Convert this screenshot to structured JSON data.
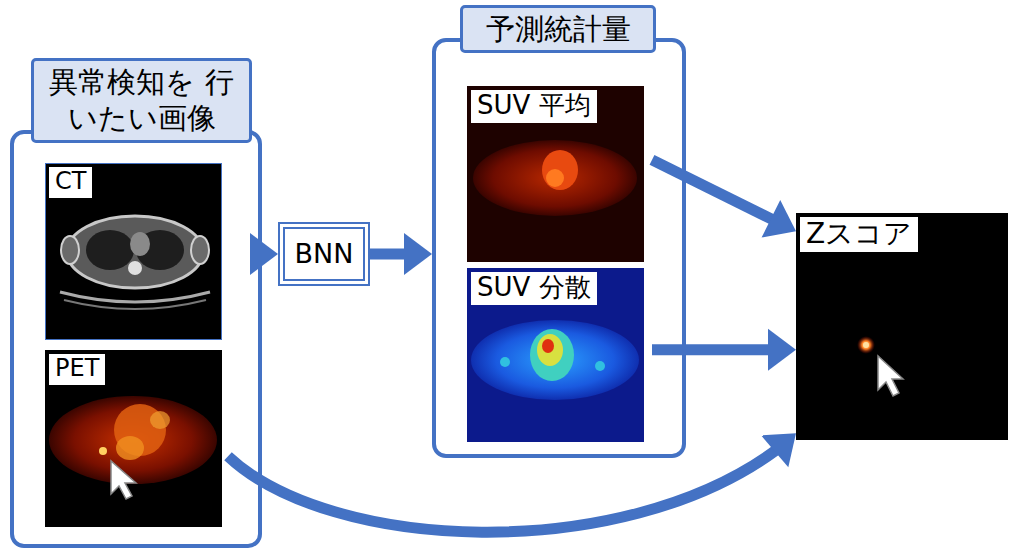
{
  "diagram": {
    "nodes": [
      {
        "text": [
          "異常検知を 行いたい画像"
        ]
      },
      {
        "text": [
          "CT"
        ],
        "in": 0
      },
      {
        "text": [
          "PET"
        ],
        "in": 0
      },
      {
        "text": [
          "BNN"
        ]
      },
      {
        "text": [
          "予測統計量"
        ]
      },
      {
        "text": [
          "SUV 平均"
        ],
        "in": 4
      },
      {
        "text": [
          "SUV 分散"
        ],
        "in": 4
      },
      {
        "text": [
          "Zスコア"
        ]
      }
    ],
    "edges": [
      {
        "from": 0,
        "to": 3,
        "arrow": "to"
      },
      {
        "from": 3,
        "to": 4,
        "arrow": "to"
      },
      {
        "from": 5,
        "to": 7,
        "arrow": "to"
      },
      {
        "from": 6,
        "to": 7,
        "arrow": "to"
      },
      {
        "from": 2,
        "to": 7,
        "arrow": "to"
      }
    ]
  }
}
